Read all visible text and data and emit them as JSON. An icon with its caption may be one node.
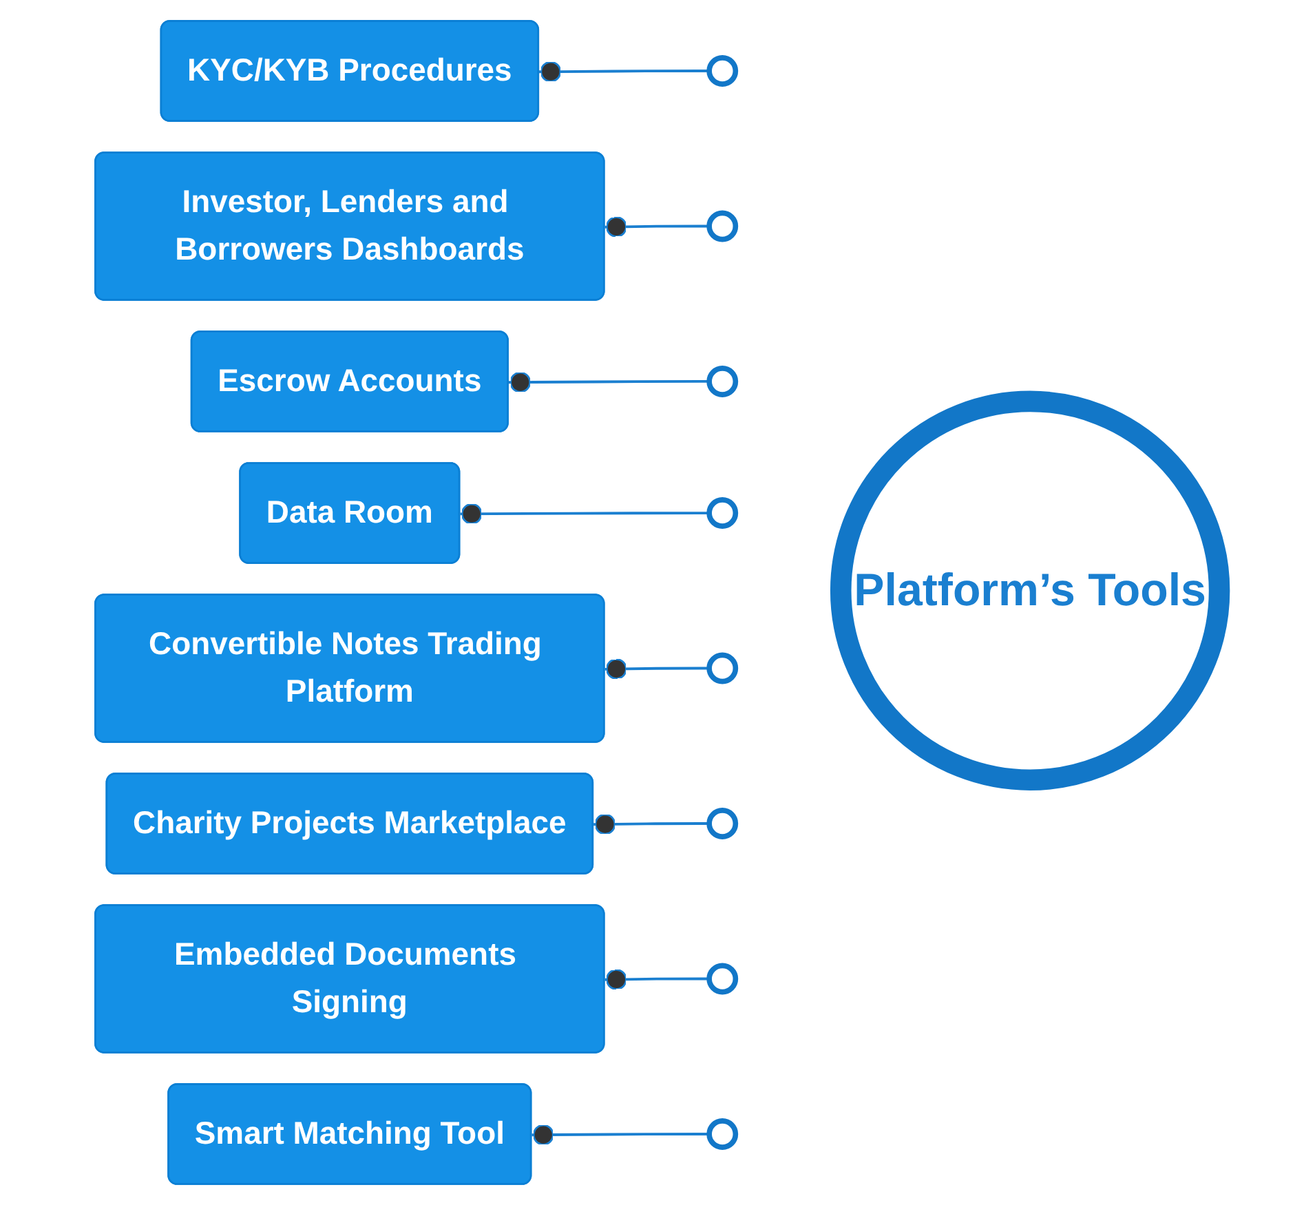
{
  "diagram": {
    "nodes": [
      {
        "text": [
          "KYC/KYB Procedures"
        ]
      },
      {
        "text": [
          "Investor, Lenders and Borrowers Dashboards"
        ]
      },
      {
        "text": [
          "Escrow Accounts"
        ]
      },
      {
        "text": [
          "Data Room"
        ]
      },
      {
        "text": [
          "Convertible Notes Trading Platform"
        ]
      },
      {
        "text": [
          "Charity Projects Marketplace"
        ]
      },
      {
        "text": [
          "Embedded Documents Signing"
        ]
      },
      {
        "text": [
          "Smart Matching Tool"
        ]
      },
      {
        "text": [],
        "shape": "circle"
      },
      {
        "text": [],
        "shape": "circle"
      },
      {
        "text": [],
        "shape": "circle"
      },
      {
        "text": [],
        "shape": "circle"
      },
      {
        "text": [],
        "shape": "circle"
      },
      {
        "text": [],
        "shape": "circle"
      },
      {
        "text": [],
        "shape": "circle"
      },
      {
        "text": [],
        "shape": "circle"
      },
      {
        "text": [
          "Platform’s Tools"
        ]
      }
    ],
    "edges": [
      {
        "from": 8,
        "to": 0,
        "arrow": "other"
      },
      {
        "from": 9,
        "to": 1,
        "arrow": "other"
      },
      {
        "from": 10,
        "to": 2,
        "arrow": "other"
      },
      {
        "from": 11,
        "to": 3,
        "arrow": "other"
      },
      {
        "from": 12,
        "to": 4,
        "arrow": "other"
      },
      {
        "from": 13,
        "to": 5,
        "arrow": "other"
      },
      {
        "from": 14,
        "to": 6,
        "arrow": "other"
      },
      {
        "from": 15,
        "to": 7,
        "arrow": "other"
      }
    ]
  }
}
